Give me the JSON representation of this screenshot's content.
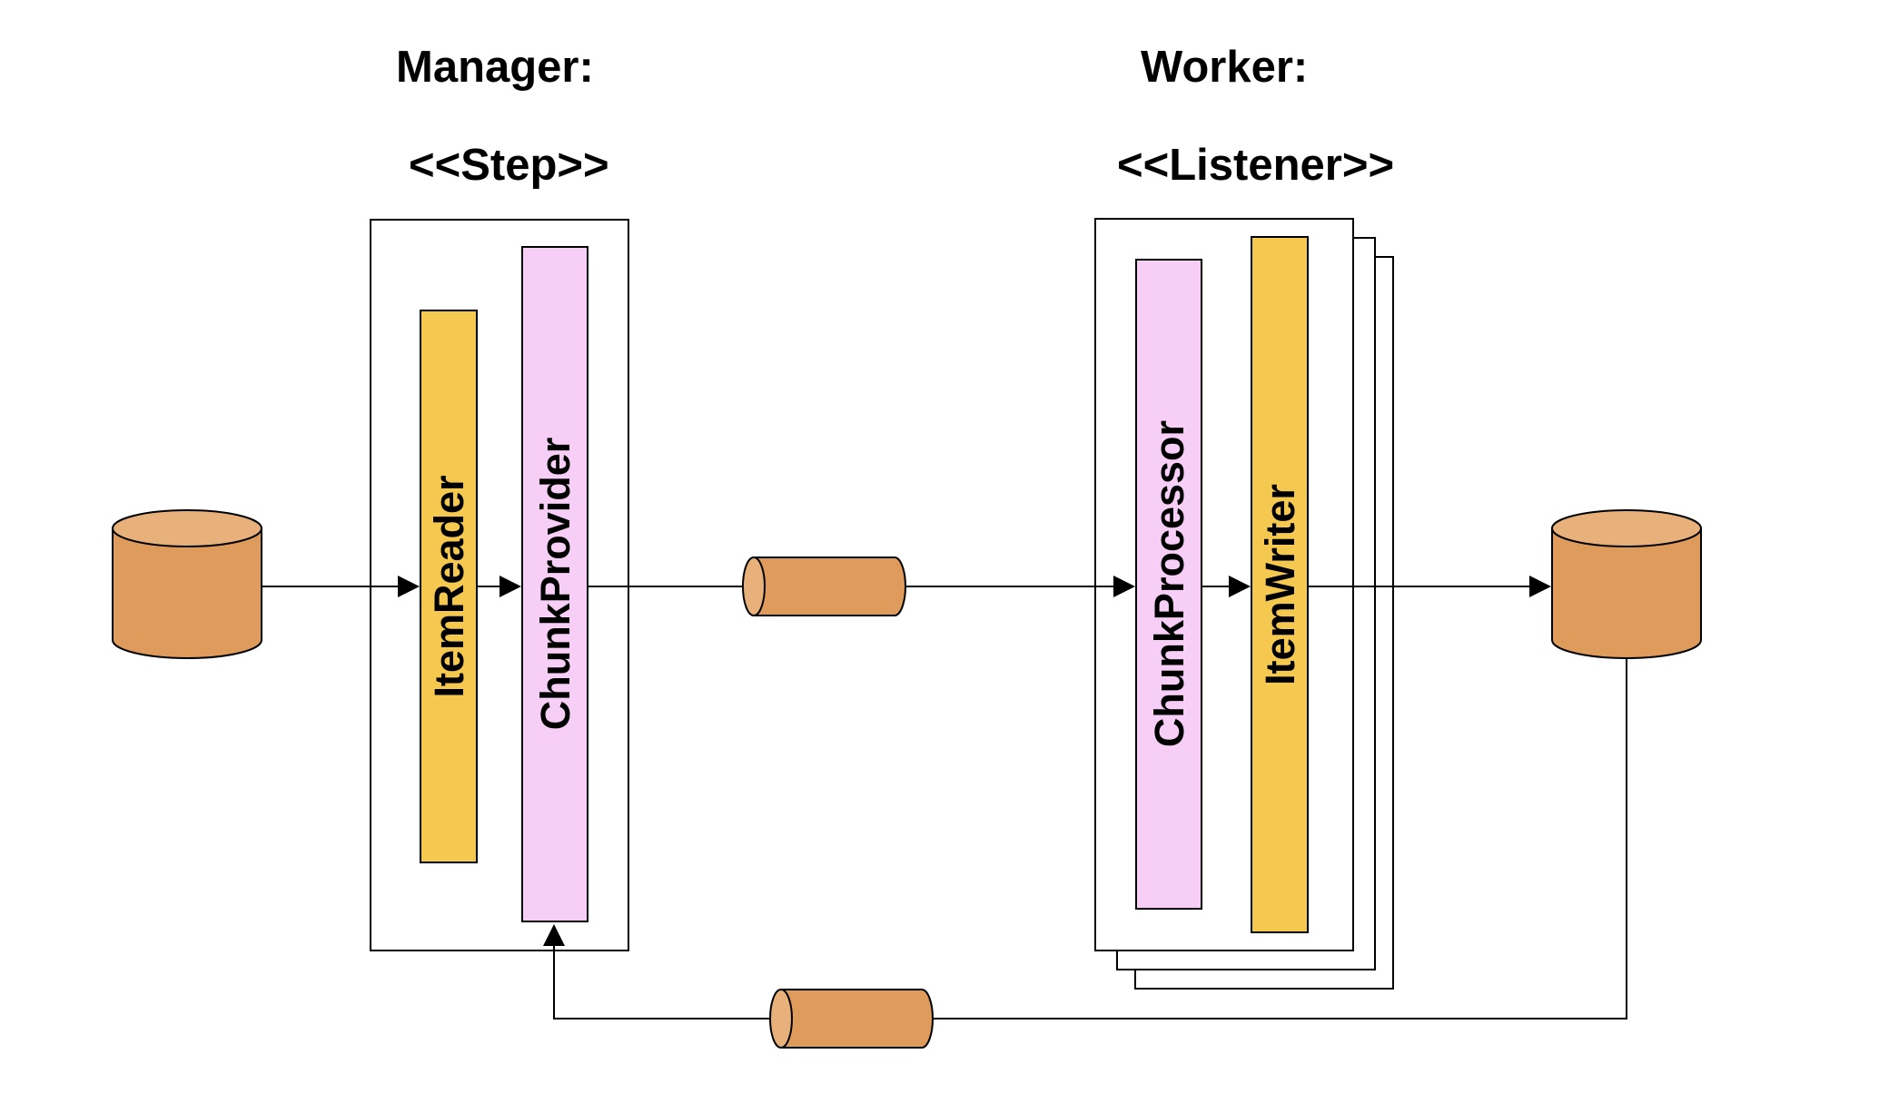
{
  "manager": {
    "title": "Manager:",
    "stereotype": "<<Step>>"
  },
  "worker": {
    "title": "Worker:",
    "stereotype": "<<Listener>>"
  },
  "components": {
    "item_reader": "ItemReader",
    "chunk_provider": "ChunkProvider",
    "chunk_processor": "ChunkProcessor",
    "item_writer": "ItemWriter"
  },
  "colors": {
    "reader_writer": "#F5C84F",
    "provider_processor": "#F6CEF6",
    "cylinder_body": "#DF9B5C",
    "cylinder_top": "#E8B07A",
    "line": "#000000"
  }
}
